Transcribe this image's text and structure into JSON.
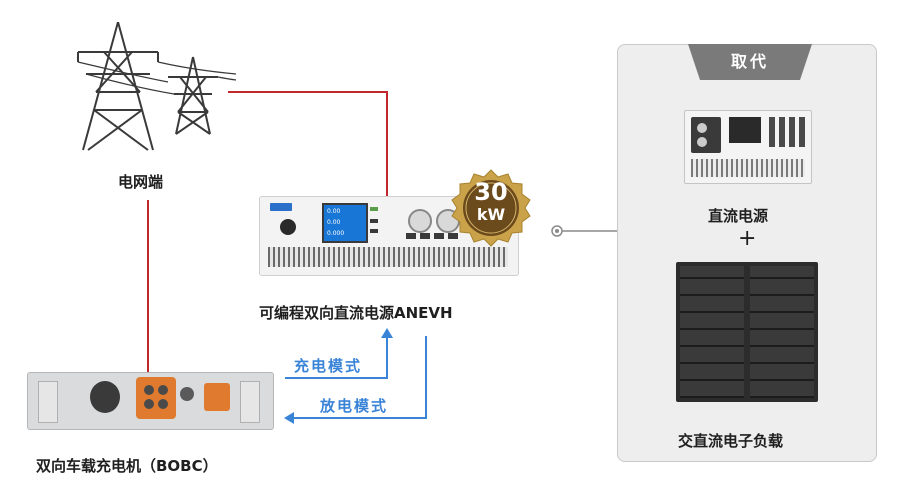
{
  "grid": {
    "label": "电网端"
  },
  "source": {
    "label": "可编程双向直流电源ANEVH",
    "display": [
      "0.00",
      "0.00",
      "0.000"
    ]
  },
  "badge": {
    "value": "30",
    "unit": "kW"
  },
  "modes": {
    "charge": "充电模式",
    "discharge": "放电模式"
  },
  "obc": {
    "label": "双向车载充电机（BOBC）"
  },
  "replace": {
    "tab": "取代",
    "dc_supply": "直流电源",
    "plus": "+",
    "ac_load": "交直流电子负载"
  },
  "colors": {
    "red_line": "#c0282d",
    "blue_arrow": "#3a84d8",
    "gold": "#c9a24a",
    "tab": "#7a7a7a"
  }
}
